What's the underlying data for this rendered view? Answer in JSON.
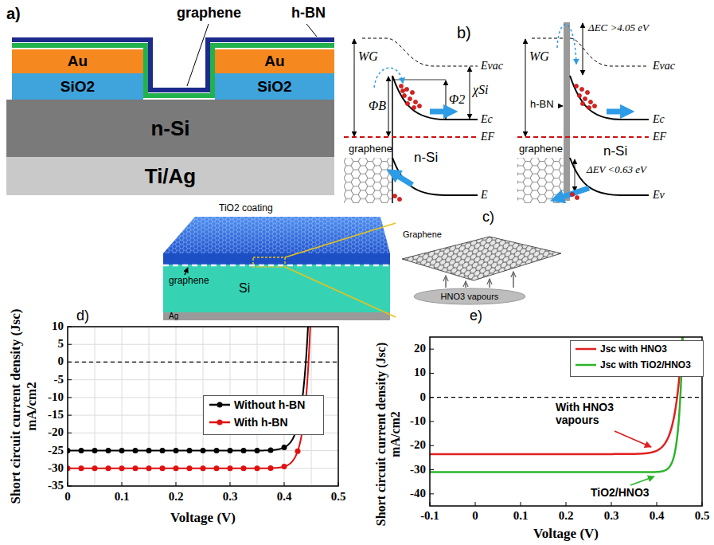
{
  "diagram": {
    "nodes": [
      {
        "text": [
          "Au"
        ]
      },
      {
        "text": [
          "Au"
        ]
      },
      {
        "text": [
          "SiO2"
        ]
      },
      {
        "text": [
          "SiO2"
        ]
      },
      {
        "text": [
          "n-Si"
        ]
      },
      {
        "text": [
          "Ti/Ag"
        ]
      }
    ],
    "labels": [
      "a)",
      "graphene",
      "h-BN",
      "b)",
      "WG",
      "ΦB",
      "Φ2",
      "χSi",
      "Evac",
      "Ec",
      "EF",
      "E",
      "graphene",
      "n-Si",
      "WG",
      "ΔEC >4.05 eV",
      "Evac",
      "h-BN",
      "Ec",
      "EF",
      "graphene",
      "n-Si",
      "ΔEV <0.63 eV",
      "Ev",
      "TiO2 coating",
      "c)",
      "graphene",
      "Si",
      "Ag",
      "Graphene",
      "HNO3 vapours",
      "d)",
      "Short circuit current density (Jsc) mA/cm2",
      "10",
      "5",
      "0",
      "-5",
      "-10",
      "-15",
      "-20",
      "-25",
      "-30",
      "-35",
      "0",
      "0.1",
      "0.2",
      "0.3",
      "0.4",
      "0.5",
      "Voltage (V)",
      "e)",
      "Short circuit current density (Jsc) mA/cm2",
      "20",
      "10",
      "0",
      "-10",
      "-20",
      "-30",
      "-40",
      "-0.1",
      "0",
      "0.1",
      "0.2",
      "0.3",
      "0.4",
      "0.5",
      "Voltage (V)",
      "With HNO3 vapours",
      "TiO2/HNO3"
    ],
    "legend": [
      {
        "text": "Without h-BN"
      },
      {
        "text": "With h-BN"
      },
      {
        "text": "Jsc with HNO3"
      },
      {
        "text": "Jsc with TiO2/HNO3"
      }
    ]
  }
}
